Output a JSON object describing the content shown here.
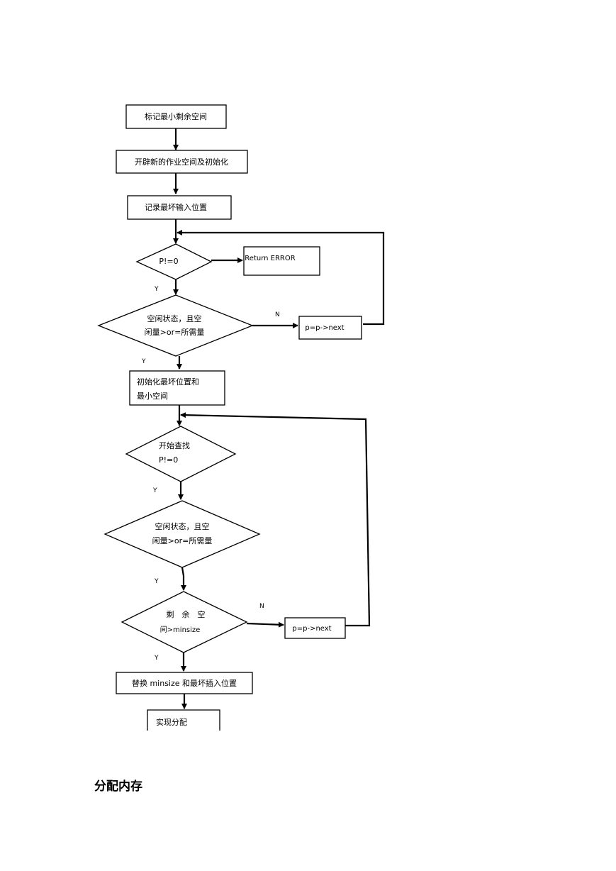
{
  "nodes": {
    "mark_min": "标记最小剩余空间",
    "open_new": "开辟新的作业空间及初始化",
    "record_worst": "记录最坏输入位置",
    "check_p1": "P!=0",
    "return_error": "Return ERROR",
    "cond_free_1_line1": "空闲状态，且空",
    "cond_free_1_line2": "闲量>or=所需量",
    "next_1": "p=p->next",
    "init_worst_line1": "初始化最坏位置和",
    "init_worst_line2": "最小空间",
    "search_line1": "开始查找",
    "search_line2": "P!=0",
    "cond_free_2_line1": "空闲状态，且空",
    "cond_free_2_line2": "闲量>or=所需量",
    "remain_line1": "剩　余　空",
    "remain_line2": "间>minsize",
    "next_2": "p=p->next",
    "replace": "替换 minsize 和最坏插入位置",
    "allocate": "实现分配"
  },
  "labels": {
    "y1": "Y",
    "n1": "N",
    "y2": "Y",
    "y3": "Y",
    "y4": "Y",
    "n2": "N",
    "y5": "Y"
  },
  "heading": "分配内存"
}
